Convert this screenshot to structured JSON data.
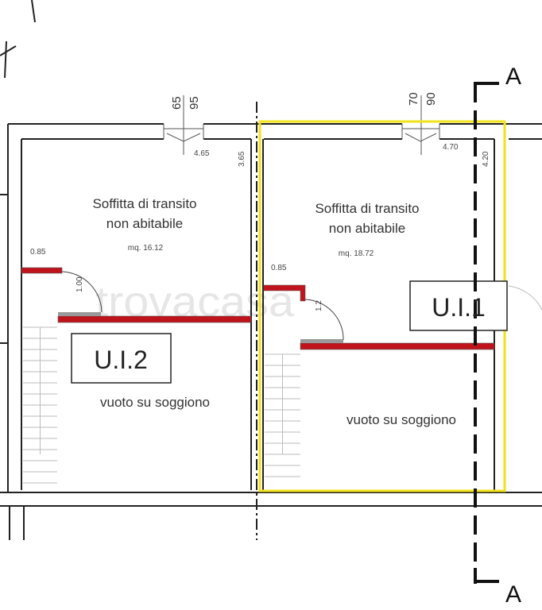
{
  "watermark": "trovacasa",
  "section": {
    "top_label": "A",
    "bottom_label": "A"
  },
  "left_unit": {
    "window_dims": [
      "65",
      "95"
    ],
    "width_dim": "4.65",
    "depth_dim": "3.65",
    "room_name_line1": "Soffitta di transito",
    "room_name_line2": "non abitabile",
    "area": "mq. 16.12",
    "door_offset": "0.85",
    "door_width": "1.00",
    "unit_label": "U.I.2",
    "void_label": "vuoto su soggiono"
  },
  "right_unit": {
    "window_dims": [
      "70",
      "90"
    ],
    "width_dim": "4.70",
    "depth_dim": "4.20",
    "room_name_line1": "Soffitta di transito",
    "room_name_line2": "non abitabile",
    "area": "mq. 18.72",
    "door_offset": "0.85",
    "door_width": "1.2",
    "unit_label": "U.I.1",
    "void_label": "vuoto su soggiono"
  },
  "colors": {
    "wall_red": "#c0141c",
    "highlight_yellow": "#f2e21a",
    "line": "#222222"
  }
}
